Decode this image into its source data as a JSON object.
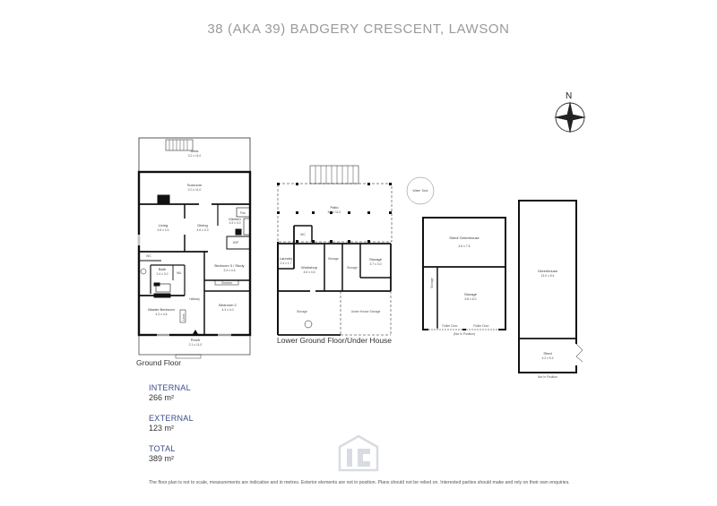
{
  "header": {
    "title": "38 (AKA 39) BADGERY CRESCENT, LAWSON"
  },
  "compass": {
    "north_label": "N"
  },
  "floors": {
    "ground": "Ground Floor",
    "lower": "Lower Ground Floor/Under House"
  },
  "rooms": {
    "deck": {
      "name": "Deck",
      "dim": "3.2 x 11.0"
    },
    "sunroom": {
      "name": "Sunroom",
      "dim": "2.0 x 11.0"
    },
    "living": {
      "name": "Living",
      "dim": "4.6 x 4.4"
    },
    "dining": {
      "name": "Dining",
      "dim": "4.6 x 3.3"
    },
    "kitchen": {
      "name": "Kitchen",
      "dim": "3.3 x 3.0"
    },
    "pantry": "Pan",
    "wip": "WIP",
    "wc": "WC",
    "bath": {
      "name": "Bath",
      "dim": "2.4 x 3.0"
    },
    "wil": "WIL",
    "bedroom3": {
      "name": "Bedroom 3 / Study",
      "dim": "3.4 x 4.6"
    },
    "shelves": "Shelves",
    "hallway": "Hallway",
    "linen": "Linen",
    "master": {
      "name": "Master Bedroom",
      "dim": "4.3 x 4.6"
    },
    "bedroom2": {
      "name": "Bedroom 2",
      "dim": "4.3 x 4.0"
    },
    "porch": {
      "name": "Porch",
      "dim": "2.1 x 11.0"
    },
    "patio": {
      "name": "Patio",
      "dim": "8.0 x 11.0"
    },
    "lower_wc": "WC",
    "laundry": {
      "name": "Laundry",
      "dim": "2.4 x 1.7"
    },
    "workshop": {
      "name": "Workshop",
      "dim": "4.6 x 4.6"
    },
    "storage1": "Storage",
    "storage2": "Storage",
    "storage3": {
      "name": "Storage",
      "dim": "3.7 x 3.0"
    },
    "storage4": "Storage",
    "underhouse": "Under House Storage",
    "water_tank": "Water Tank",
    "shed_greenhouse": {
      "name": "Shed/ Greenhouse",
      "dim": "4.8 x 7.8"
    },
    "shed_storage_side": "Storage",
    "shed_storage": {
      "name": "Storage",
      "dim": "5.8 x 6.0"
    },
    "roller_door1": "Roller Door",
    "roller_door2": "Roller Door",
    "greenhouse": {
      "name": "Greenhouse",
      "dim": "13.0 x 5.4"
    },
    "shed": {
      "name": "Shed",
      "dim": "3.2 x 5.4"
    },
    "not_in_position1": "(Not In Position)",
    "not_in_position2": "Not In Position"
  },
  "areas": {
    "internal": {
      "label": "INTERNAL",
      "value": "266 m²"
    },
    "external": {
      "label": "EXTERNAL",
      "value": "123 m²"
    },
    "total": {
      "label": "TOTAL",
      "value": "389 m²"
    }
  },
  "disclaimer": "The floor plan is not to scale, measurements are indicative and in metres. Exterior elements are not in position. Plans should not be relied on. Interested parties should make and rely on their own enquiries."
}
